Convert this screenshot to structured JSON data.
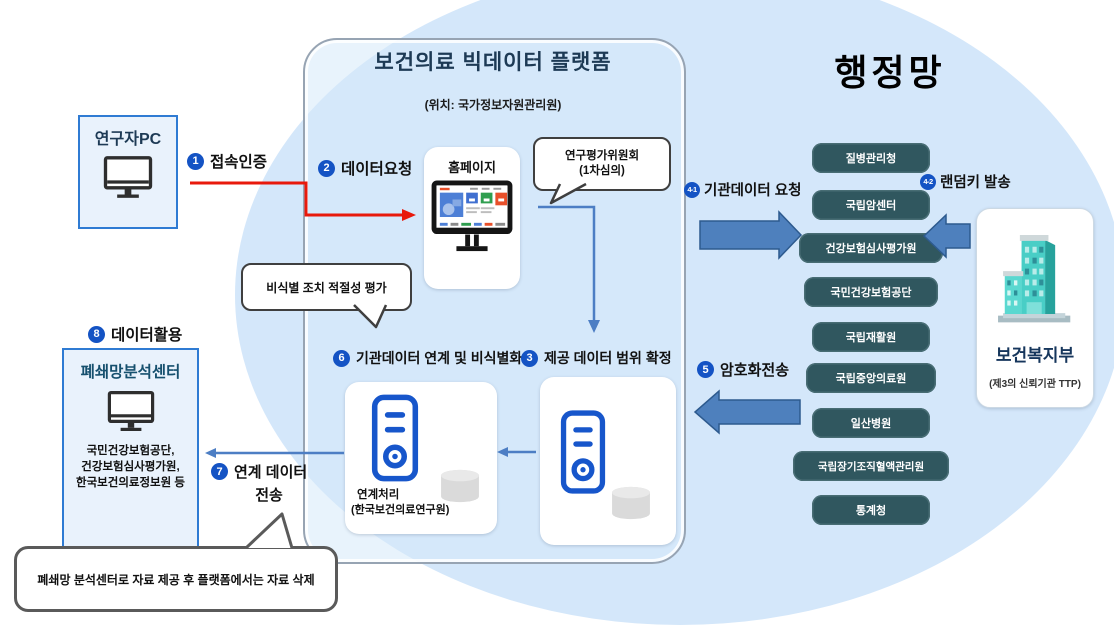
{
  "researcher": {
    "label": "연구자PC"
  },
  "platform": {
    "title": "보건의료 빅데이터 플랫폼",
    "location": "(위치: 국가정보자원관리원)",
    "homepage": {
      "label": "홈페이지"
    },
    "link_process": {
      "label": "연계처리",
      "org": "(한국보건의료연구원)"
    }
  },
  "steps": {
    "s1": {
      "num": "1",
      "label": "접속인증"
    },
    "s2": {
      "num": "2",
      "label": "데이터요청"
    },
    "s3": {
      "num": "3",
      "label": "제공 데이터 범위 확정"
    },
    "s4_1": {
      "num": "4-1",
      "label": "기관데이터 요청"
    },
    "s4_2": {
      "num": "4-2",
      "label": "랜덤키 발송"
    },
    "s5": {
      "num": "5",
      "label": "암호화전송"
    },
    "s6": {
      "num": "6",
      "label": "기관데이터 연계 및 비식별화"
    },
    "s7": {
      "num": "7",
      "label": "연계 데이터",
      "label2": "전송"
    },
    "s8": {
      "num": "8",
      "label": "데이터활용"
    }
  },
  "bubbles": {
    "review_line1": "연구평가위원회",
    "review_line2": "(1차심의)",
    "deid": "비식별 조치 적절성 평가",
    "delete_note": "폐쇄망 분석센터로 자료 제공 후 플랫폼에서는 자료 삭제"
  },
  "admin_network": {
    "title": "행정망",
    "institutions": [
      "질병관리청",
      "국립암센터",
      "건강보험심사평가원",
      "국민건강보험공단",
      "국립재활원",
      "국립중앙의료원",
      "일산병원",
      "국립장기조직혈액관리원",
      "통계청"
    ]
  },
  "mohw": {
    "label": "보건복지부",
    "sub": "(제3의 신뢰기관 TTP)"
  },
  "closed_center": {
    "title": "폐쇄망분석센터",
    "orgs": [
      "국민건강보험공단,",
      "건강보험심사평가원,",
      "한국보건의료정보원 등"
    ]
  },
  "colors": {
    "cloud": "#d4e7fa",
    "badge_blue": "#1453c4",
    "block_arrow": "#4e80bd",
    "pill_teal": "#30575f",
    "red_arrow": "#e8190c",
    "server_blue": "#1756cb",
    "building_teal": "#49cec6"
  }
}
